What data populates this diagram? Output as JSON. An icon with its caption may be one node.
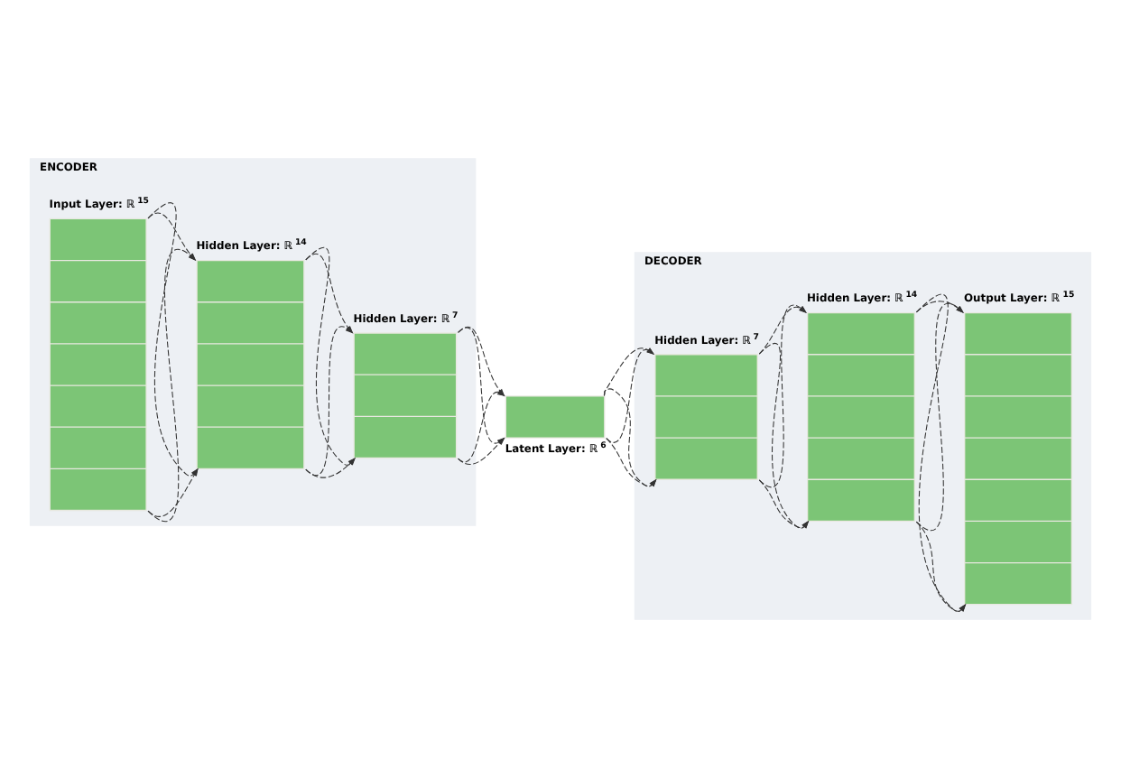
{
  "diagram": {
    "nodes": [
      {
        "text": [
          "ENCODER"
        ]
      },
      {
        "text": [
          "Input Layer: ℝ$^{15}$"
        ],
        "in": 0
      },
      {
        "text": [
          "Hidden Layer: ℝ$^{14}$"
        ],
        "in": 0
      },
      {
        "text": [
          "Hidden Layer: ℝ$^{7}$"
        ],
        "in": 0
      },
      {
        "text": [
          "Latent Layer: ℝ$^{6}$"
        ]
      },
      {
        "text": [
          "DECODER"
        ]
      },
      {
        "text": [
          "Hidden Layer: ℝ$^{7}$"
        ],
        "in": 5
      },
      {
        "text": [
          "Hidden Layer: ℝ$^{14}$"
        ],
        "in": 5
      },
      {
        "text": [
          "Output Layer: ℝ$^{15}$"
        ],
        "in": 5
      }
    ],
    "edges": [
      {
        "from": 1,
        "to": 2,
        "arrow": "to",
        "style": "dashed"
      },
      {
        "from": 1,
        "to": 2,
        "arrow": "to",
        "style": "dashed"
      },
      {
        "from": 1,
        "to": 2,
        "arrow": "to",
        "style": "dashed"
      },
      {
        "from": 1,
        "to": 2,
        "arrow": "to",
        "style": "dashed"
      },
      {
        "from": 2,
        "to": 3,
        "arrow": "to",
        "style": "dashed"
      },
      {
        "from": 2,
        "to": 3,
        "arrow": "to",
        "style": "dashed"
      },
      {
        "from": 2,
        "to": 3,
        "arrow": "to",
        "style": "dashed"
      },
      {
        "from": 2,
        "to": 3,
        "arrow": "to",
        "style": "dashed"
      },
      {
        "from": 3,
        "to": 4,
        "arrow": "to",
        "style": "dashed"
      },
      {
        "from": 3,
        "to": 4,
        "arrow": "to",
        "style": "dashed"
      },
      {
        "from": 3,
        "to": 4,
        "arrow": "to",
        "style": "dashed"
      },
      {
        "from": 3,
        "to": 4,
        "arrow": "to",
        "style": "dashed"
      },
      {
        "from": 4,
        "to": 6,
        "arrow": "to",
        "style": "dashed"
      },
      {
        "from": 4,
        "to": 6,
        "arrow": "to",
        "style": "dashed"
      },
      {
        "from": 4,
        "to": 6,
        "arrow": "to",
        "style": "dashed"
      },
      {
        "from": 4,
        "to": 6,
        "arrow": "to",
        "style": "dashed"
      },
      {
        "from": 6,
        "to": 7,
        "arrow": "to",
        "style": "dashed"
      },
      {
        "from": 6,
        "to": 7,
        "arrow": "to",
        "style": "dashed"
      },
      {
        "from": 6,
        "to": 7,
        "arrow": "to",
        "style": "dashed"
      },
      {
        "from": 6,
        "to": 7,
        "arrow": "to",
        "style": "dashed"
      },
      {
        "from": 7,
        "to": 8,
        "arrow": "to",
        "style": "dashed"
      },
      {
        "from": 7,
        "to": 8,
        "arrow": "to",
        "style": "dashed"
      },
      {
        "from": 7,
        "to": 8,
        "arrow": "to",
        "style": "dashed"
      },
      {
        "from": 7,
        "to": 8,
        "arrow": "to",
        "style": "dashed"
      }
    ]
  }
}
